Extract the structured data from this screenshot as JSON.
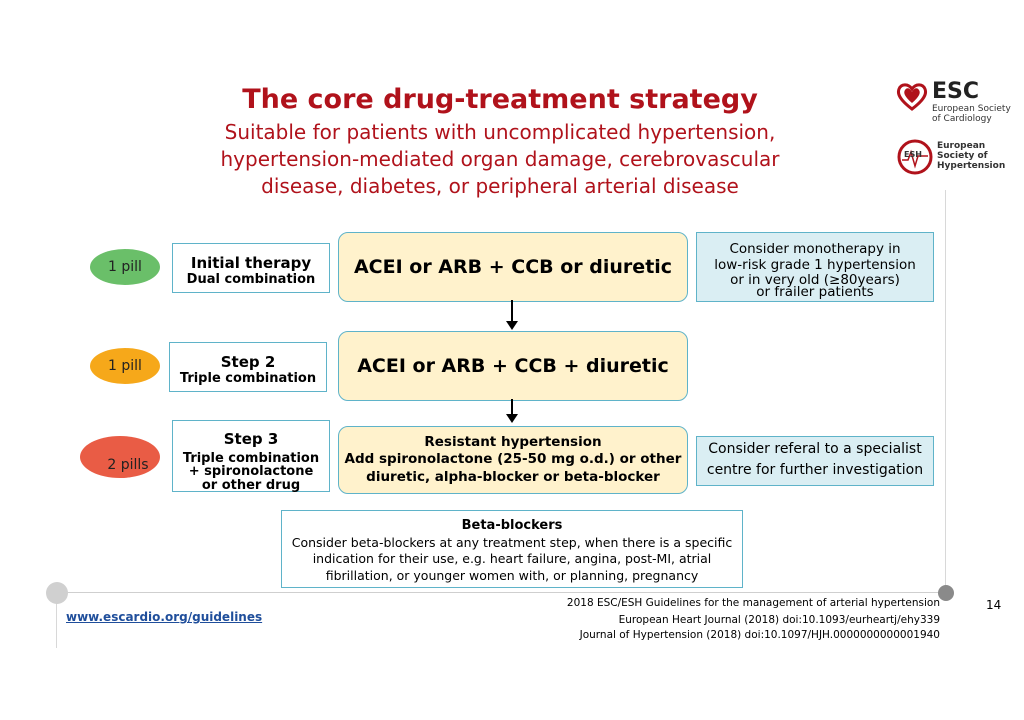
{
  "header": {
    "title": "The core drug-treatment strategy",
    "subtitle_lines": [
      "Suitable for patients with uncomplicated hypertension,",
      "hypertension-mediated organ damage, cerebrovascular",
      "disease, diabetes, or peripheral arterial disease"
    ]
  },
  "logos": {
    "esc": {
      "abbr": "ESC",
      "line1": "European Society",
      "line2": "of Cardiology"
    },
    "esh": {
      "abbr": "ESH",
      "line1": "European",
      "line2": "Society of",
      "line3": "Hypertension"
    }
  },
  "steps": [
    {
      "pill": "1 pill",
      "pill_color": "#6abf69",
      "title": "Initial therapy",
      "sub_lines": [
        "Dual combination"
      ],
      "main": "ACEI or ARB + CCB or diuretic"
    },
    {
      "pill": "1 pill",
      "pill_color": "#f6a81a",
      "title": "Step 2",
      "sub_lines": [
        "Triple combination"
      ],
      "main": "ACEI or ARB + CCB + diuretic"
    },
    {
      "pill": "2 pills",
      "pill_color": "#e95c45",
      "title": "Step 3",
      "sub_lines": [
        "Triple combination",
        "+ spironolactone",
        "or other drug"
      ],
      "main_title": "Resistant hypertension",
      "main_lines": [
        "Add  spironolactone (25-50 mg o.d.) or other",
        "diuretic, alpha-blocker or beta-blocker"
      ]
    }
  ],
  "side_notes": {
    "monotherapy_lines": [
      "Consider monotherapy in",
      "low-risk grade 1 hypertension",
      "or in very old (≥80years)",
      "or frailer patients"
    ],
    "referral_lines": [
      "Consider referal to a specialist",
      "centre for further investigation"
    ]
  },
  "beta_blockers": {
    "title": "Beta-blockers",
    "lines": [
      "Consider beta-blockers at any treatment step, when there is a specific",
      "indication for their use, e.g. heart failure, angina, post-MI, atrial",
      "fibrillation, or younger women with, or planning, pregnancy"
    ]
  },
  "footer": {
    "link": "www.escardio.org/guidelines",
    "page_number": "14",
    "refs": [
      "2018 ESC/ESH Guidelines for the management of arterial hypertension",
      "European Heart Journal (2018) doi:10.1093/eurheartj/ehy339",
      "Journal of Hypertension (2018) doi:10.1097/HJH.0000000000001940"
    ]
  },
  "colors": {
    "title_red": "#b0121b",
    "box_yellow": "#fff2cc",
    "box_teal": "#daeef3",
    "border_teal": "#5fb3c9",
    "link_blue": "#1f4e9b"
  }
}
